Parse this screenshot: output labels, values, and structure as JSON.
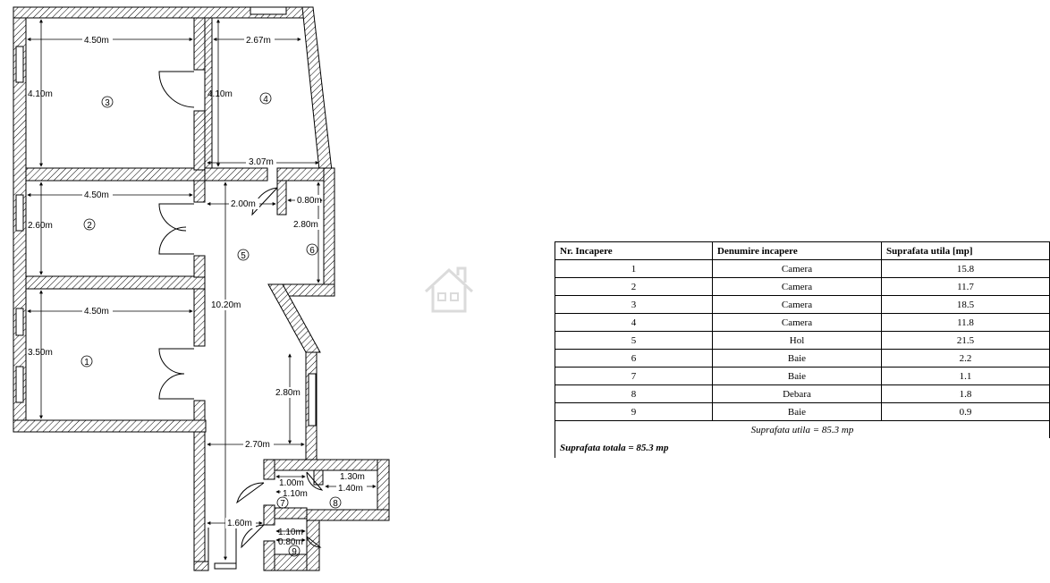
{
  "plan": {
    "rooms": [
      {
        "number": "1",
        "dims": [
          "4.50m",
          "3.50m"
        ]
      },
      {
        "number": "2",
        "dims": [
          "4.50m",
          "2.60m"
        ]
      },
      {
        "number": "3",
        "dims": [
          "4.50m",
          "4.10m"
        ]
      },
      {
        "number": "4",
        "dims": [
          "2.67m",
          "4.10m",
          "3.07m"
        ]
      },
      {
        "number": "5",
        "dims": [
          "2.00m",
          "10.20m",
          "2.80m",
          "2.70m",
          "1.60m"
        ]
      },
      {
        "number": "6",
        "dims": [
          "0.80m",
          "2.80m"
        ]
      },
      {
        "number": "7",
        "dims": [
          "1.00m",
          "1.10m"
        ]
      },
      {
        "number": "8",
        "dims": [
          "1.30m",
          "1.40m"
        ]
      },
      {
        "number": "9",
        "dims": [
          "1.10m",
          "0.80m"
        ]
      }
    ]
  },
  "table": {
    "headers": [
      "Nr. Incapere",
      "Denumire incapere",
      "Suprafata utila [mp]"
    ],
    "rows": [
      [
        "1",
        "Camera",
        "15.8"
      ],
      [
        "2",
        "Camera",
        "11.7"
      ],
      [
        "3",
        "Camera",
        "18.5"
      ],
      [
        "4",
        "Camera",
        "11.8"
      ],
      [
        "5",
        "Hol",
        "21.5"
      ],
      [
        "6",
        "Baie",
        "2.2"
      ],
      [
        "7",
        "Baie",
        "1.1"
      ],
      [
        "8",
        "Debara",
        "1.8"
      ],
      [
        "9",
        "Baie",
        "0.9"
      ]
    ],
    "util_total": "Suprafata utila = 85.3 mp",
    "total": "Suprafata totala = 85.3  mp"
  },
  "watermark_icon": "house-logo-icon",
  "colors": {
    "wall": "#000000",
    "background": "#ffffff"
  }
}
